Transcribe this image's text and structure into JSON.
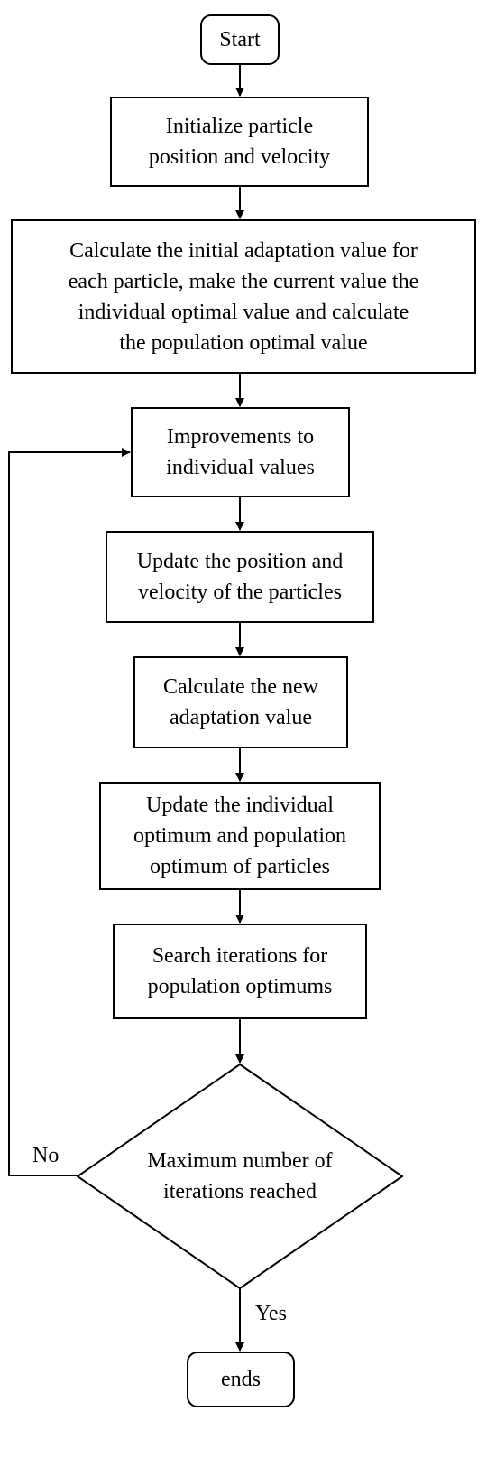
{
  "flowchart": {
    "nodes": {
      "start": "Start",
      "initialize": "Initialize particle\nposition and velocity",
      "calc_initial": "Calculate the initial adaptation value for\neach particle, make the current value the\nindividual optimal value and calculate\nthe population optimal value",
      "improve": "Improvements to\nindividual values",
      "update_pos": "Update the position and\nvelocity of the particles",
      "calc_new": "Calculate the new\nadaptation value",
      "update_opt": "Update the individual\noptimum and population\noptimum of particles",
      "search": "Search iterations for\npopulation optimums",
      "decision": "Maximum number of\niterations reached",
      "end": "ends"
    },
    "edge_labels": {
      "no": "No",
      "yes": "Yes"
    },
    "colors": {
      "stroke": "#000000",
      "background": "#ffffff"
    }
  }
}
